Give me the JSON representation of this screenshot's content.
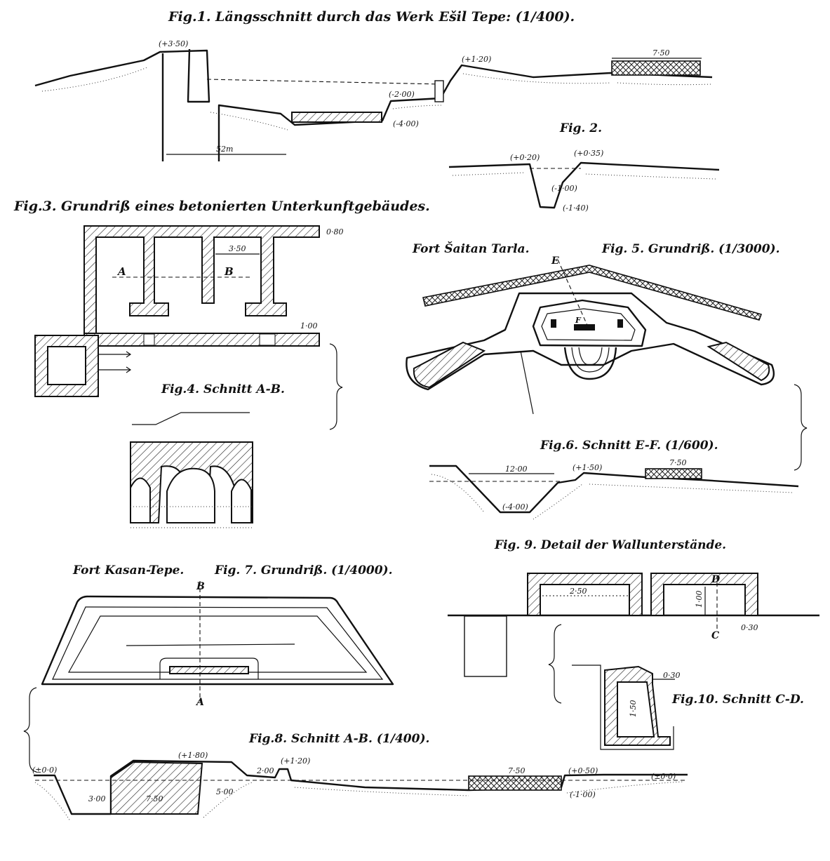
{
  "captions": {
    "fig1": "Fig.1. Längsschnitt durch das Werk Ešil Tepe: (1/400).",
    "fig2": "Fig. 2.",
    "fig3": "Fig.3. Grundriß eines betonierten Unterkunftgebäudes.",
    "fig4": "Fig.4. Schnitt A-B.",
    "fort_saitan": "Fort Šaitan Tarla.",
    "fig5": "Fig. 5. Grundriß. (1/3000).",
    "fig6": "Fig.6. Schnitt E-F. (1/600).",
    "fig7_fort": "Fort Kasan-Tepe.",
    "fig7": "Fig. 7. Grundriß. (1/4000).",
    "fig8": "Fig.8. Schnitt A-B. (1/400).",
    "fig9": "Fig. 9. Detail der Wallunterstände.",
    "fig10": "Fig.10. Schnitt C-D."
  },
  "dims": {
    "f1_a": "(+3·50)",
    "f1_b": "(+1·20)",
    "f1_c": "7·50",
    "f1_d": "(-2·00)",
    "f1_e": "(-4·00)",
    "f1_f": "52m",
    "f2_a": "(+0·20)",
    "f2_b": "(+0·35)",
    "f2_c": "(-1·00)",
    "f2_d": "(-1·40)",
    "f3_a": "0·80",
    "f3_b": "3·50",
    "f3_c": "1·00",
    "f3_A": "A",
    "f3_B": "B",
    "f5_E": "E",
    "f5_F": "F",
    "f6_a": "12·00",
    "f6_b": "(+1·50)",
    "f6_c": "7·50",
    "f6_d": "(-4·00)",
    "f7_B": "B",
    "f7_A": "A",
    "f8_a": "(±0·0)",
    "f8_b": "(+1·80)",
    "f8_c": "(+1·20)",
    "f8_d": "2·00",
    "f8_e": "7·50",
    "f8_f": "(+0·50)",
    "f8_g": "(±0·0)",
    "f8_h": "3·00",
    "f8_i": "7·50",
    "f8_j": "5·00",
    "f8_k": "(-1·00)",
    "f9_a": "2·50",
    "f9_b": "1·00",
    "f9_c": "0·30",
    "f9_D": "D",
    "f9_C": "C",
    "f10_a": "0·30",
    "f10_b": "1·50"
  }
}
